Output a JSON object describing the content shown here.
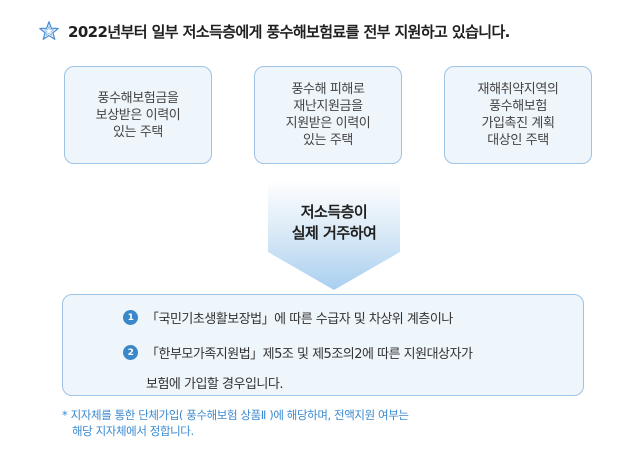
{
  "heading": {
    "icon": "star-outline-icon",
    "text": "2022년부터 일부 저소득층에게 풍수해보험료를 전부 지원하고 있습니다."
  },
  "criteria": [
    "풍수해보험금을\n보상받은 이력이\n있는 주택",
    "풍수해 피해로\n재난지원금을\n지원받은 이력이\n있는 주택",
    "재해취약지역의\n풍수해보험\n가입촉진 계획\n대상인 주택"
  ],
  "arrow": {
    "text": "저소득층이\n실제 거주하여"
  },
  "conditions": {
    "item1": {
      "num": "1",
      "text": "「국민기초생활보장법」에 따른 수급자 및 차상위 계층이나"
    },
    "item2": {
      "num": "2",
      "text": "「한부모가족지원법」제5조 및 제5조의2에 따른 지원대상자가"
    },
    "continuation": "보험에 가입할 경우입니다."
  },
  "note": {
    "line1": "* 지자체를 통한 단체가입( 풍수해보험 상품Ⅱ )에 해당하며, 전액지원 여부는",
    "line2": "해당 지자체에서 정합니다."
  },
  "colors": {
    "accent": "#3a88c9",
    "box_fill": "#eef5fb",
    "box_border": "#9fc3e4",
    "note": "#3b8ad0"
  }
}
